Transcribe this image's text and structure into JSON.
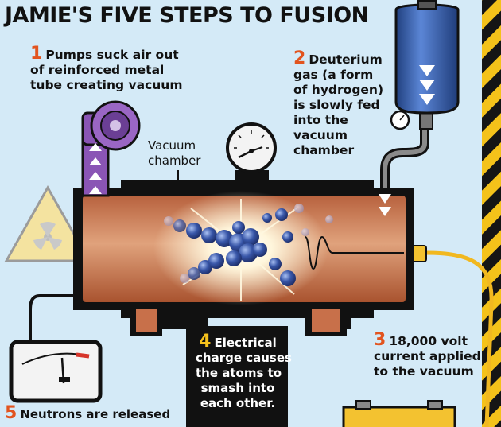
{
  "title": "JAMIE'S FIVE STEPS TO FUSION",
  "steps": [
    {
      "number": "1",
      "lines": [
        "Pumps suck air out",
        "of reinforced metal",
        "tube creating vacuum"
      ]
    },
    {
      "number": "2",
      "lines": [
        "Deuterium",
        "gas (a form",
        "of hydrogen)",
        "is slowly fed",
        "into the",
        "vacuum",
        "chamber"
      ]
    },
    {
      "number": "3",
      "lines": [
        "18,000 volt",
        "current applied",
        "to the vacuum"
      ]
    },
    {
      "number": "4",
      "lines": [
        "Electrical",
        "charge causes",
        "the atoms to",
        "smash into",
        "each other."
      ]
    },
    {
      "number": "5",
      "lines": [
        "Neutrons are released"
      ]
    }
  ],
  "labels": {
    "vacuum_chamber": [
      "Vacuum",
      "chamber"
    ]
  },
  "colors": {
    "background": "#d4eaf7",
    "chamber": "#c8704a",
    "step_number": "#e2541f",
    "step4_number": "#f6c21c",
    "pipe": "#1a1a1a",
    "cable": "#f1b820",
    "canister": "#3b63b3",
    "pump": "#8a55b5",
    "hazard_yellow": "#f4c21a"
  },
  "icons": [
    "radiation-hazard-icon",
    "pressure-gauge-icon",
    "neutron-meter-icon",
    "gas-canister-icon",
    "vacuum-pump-icon",
    "hazard-stripes-icon",
    "battery-icon"
  ]
}
